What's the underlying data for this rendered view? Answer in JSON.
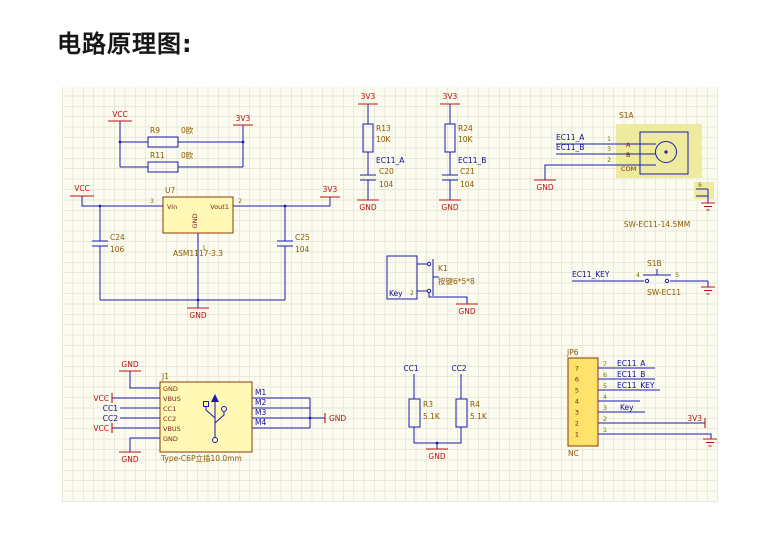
{
  "title": "电路原理图:",
  "colors": {
    "wire": "#1b1bb0",
    "power": "#c01010",
    "designator": "#8a5a00",
    "net": "#0d0d9a",
    "pin_number": "#6f6f00",
    "pin_name": "#7d1a1a",
    "ic_fill": "#fff9b5",
    "ic_stroke": "#8b3a00",
    "header_fill": "#ffe26b",
    "highlight": "#eeeb9f",
    "canvas_bg": "#fbfbef",
    "grid": "#e9e9da",
    "title_color": "#161616"
  },
  "jumpers": {
    "vcc": "VCC",
    "r9": "R9",
    "r9_val": "0欧",
    "r11": "R11",
    "r11_val": "0欧",
    "v33": "3V3"
  },
  "regulator": {
    "vcc": "VCC",
    "designator": "U7",
    "pin_vin": "Vin",
    "pin_vout": "Vout1",
    "pin_gnd": "GND",
    "pin3": "3",
    "pin2": "2",
    "pin1": "1",
    "part": "ASM1117-3.3",
    "c24": "C24",
    "c24_val": "106",
    "c25": "C25",
    "c25_val": "104",
    "v33": "3V3",
    "gnd": "GND"
  },
  "pullup_a": {
    "v33": "3V3",
    "ref": "R13",
    "val": "10K",
    "net": "EC11_A",
    "cap": "C20",
    "cap_val": "104",
    "gnd": "GND"
  },
  "pullup_b": {
    "v33": "3V3",
    "ref": "R24",
    "val": "10K",
    "net": "EC11_B",
    "cap": "C21",
    "cap_val": "104",
    "gnd": "GND"
  },
  "encoder": {
    "designator": "S1A",
    "net_a": "EC11_A",
    "net_b": "EC11_B",
    "pin1": "1",
    "pin3": "3",
    "pin2": "2",
    "pin6": "6",
    "name_a": "A",
    "name_b": "B",
    "name_com": "COM",
    "gnd": "GND",
    "part": "SW-EC11-14.5MM"
  },
  "key": {
    "net": "Key",
    "pin2": "2",
    "designator": "K1",
    "comment": "按键6*5*8",
    "gnd": "GND"
  },
  "enc_switch": {
    "net": "EC11_KEY",
    "pin4": "4",
    "designator": "S1B",
    "pin5": "5",
    "part": "SW-EC11"
  },
  "usb": {
    "gnd_top": "GND",
    "designator": "J1",
    "pins_left": [
      "GND",
      "VBUS",
      "CC1",
      "CC2",
      "VBUS",
      "GND"
    ],
    "vcc_upper": "VCC",
    "net_cc1": "CC1",
    "net_cc2": "CC2",
    "vcc_lower": "VCC",
    "gnd_bottom": "GND",
    "nets_right": [
      "M1",
      "M2",
      "M3",
      "M4"
    ],
    "gnd_right": "GND",
    "part": "Type-C6P立插10.0mm"
  },
  "cc_pull": {
    "cc1": "CC1",
    "cc2": "CC2",
    "r3": "R3",
    "r3_val": "5.1K",
    "r4": "R4",
    "r4_val": "5.1K",
    "gnd": "GND"
  },
  "header": {
    "designator": "JP6",
    "pins": [
      "7",
      "6",
      "5",
      "4",
      "3",
      "2",
      "1"
    ],
    "net7": "EC11_A",
    "net6": "EC11_B",
    "net5": "EC11_KEY",
    "net3": "Key",
    "v33": "3V3",
    "nc": "NC"
  }
}
